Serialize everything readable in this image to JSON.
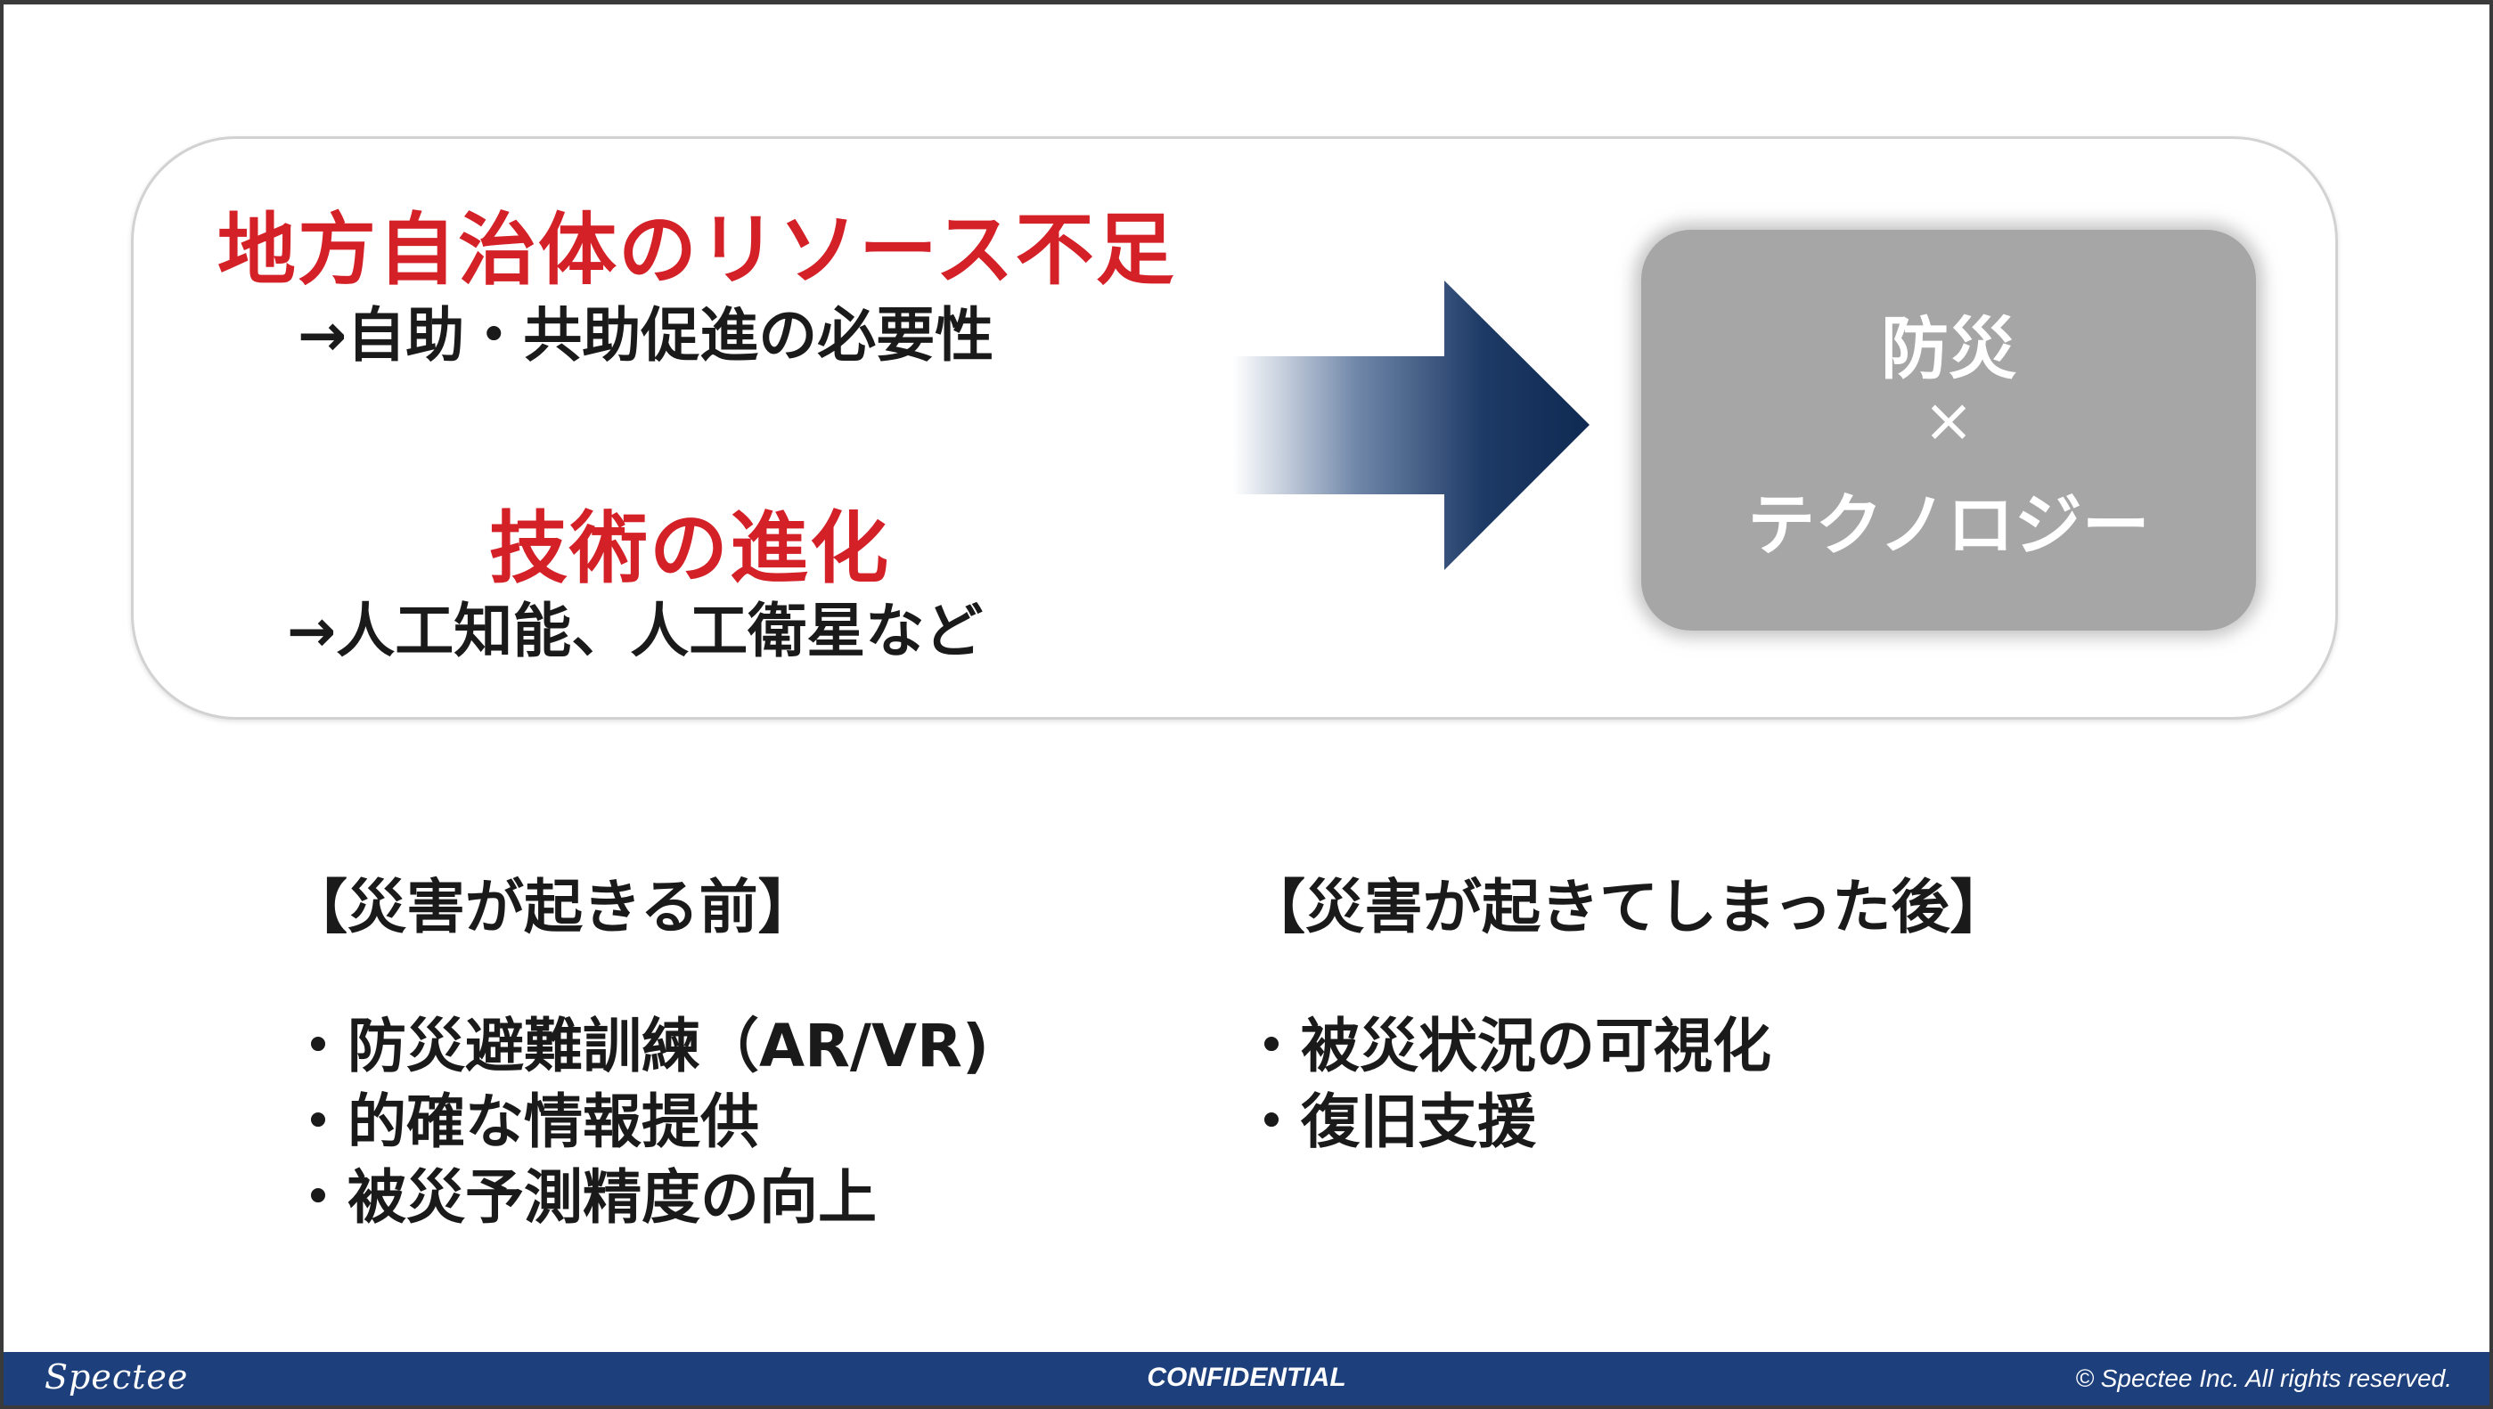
{
  "top_panel": {
    "heading_1": "地方自治体のリソース不足",
    "sub_1": "→自助・共助促進の必要性",
    "heading_2": "技術の進化",
    "sub_2": "→人工知能、人工衛星など",
    "arrow_icon": "right-arrow-gradient",
    "tech_box": {
      "line_1": "防災",
      "line_2": "×",
      "line_3": "テクノロジー"
    }
  },
  "before": {
    "title": "【災害が起きる前】",
    "items": [
      "・防災避難訓練（AR/VR)",
      "・的確な情報提供",
      "・被災予測精度の向上"
    ]
  },
  "after": {
    "title": "【災害が起きてしまった後】",
    "items": [
      "・被災状況の可視化",
      "・復旧支援"
    ]
  },
  "footer": {
    "logo": "Spectee",
    "label": "CONFIDENTIAL",
    "copyright": "© Spectee Inc. All rights reserved."
  },
  "colors": {
    "heading_red": "#d42027",
    "footer_blue": "#1d3f7c",
    "arrow_navy": "#0f2a52",
    "tech_box_gray": "#a6a6a6"
  }
}
